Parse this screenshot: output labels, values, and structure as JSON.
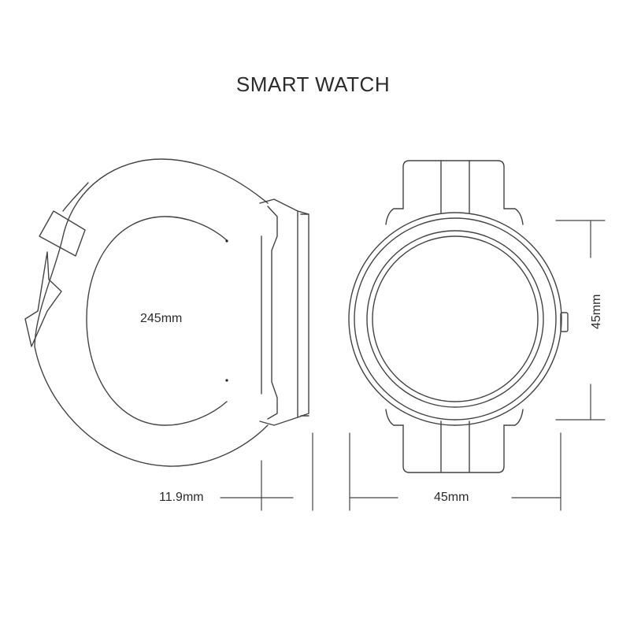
{
  "title": "SMART WATCH",
  "dimensions": {
    "band_circumference": "245mm",
    "thickness": "11.9mm",
    "width": "45mm",
    "height": "45mm"
  }
}
